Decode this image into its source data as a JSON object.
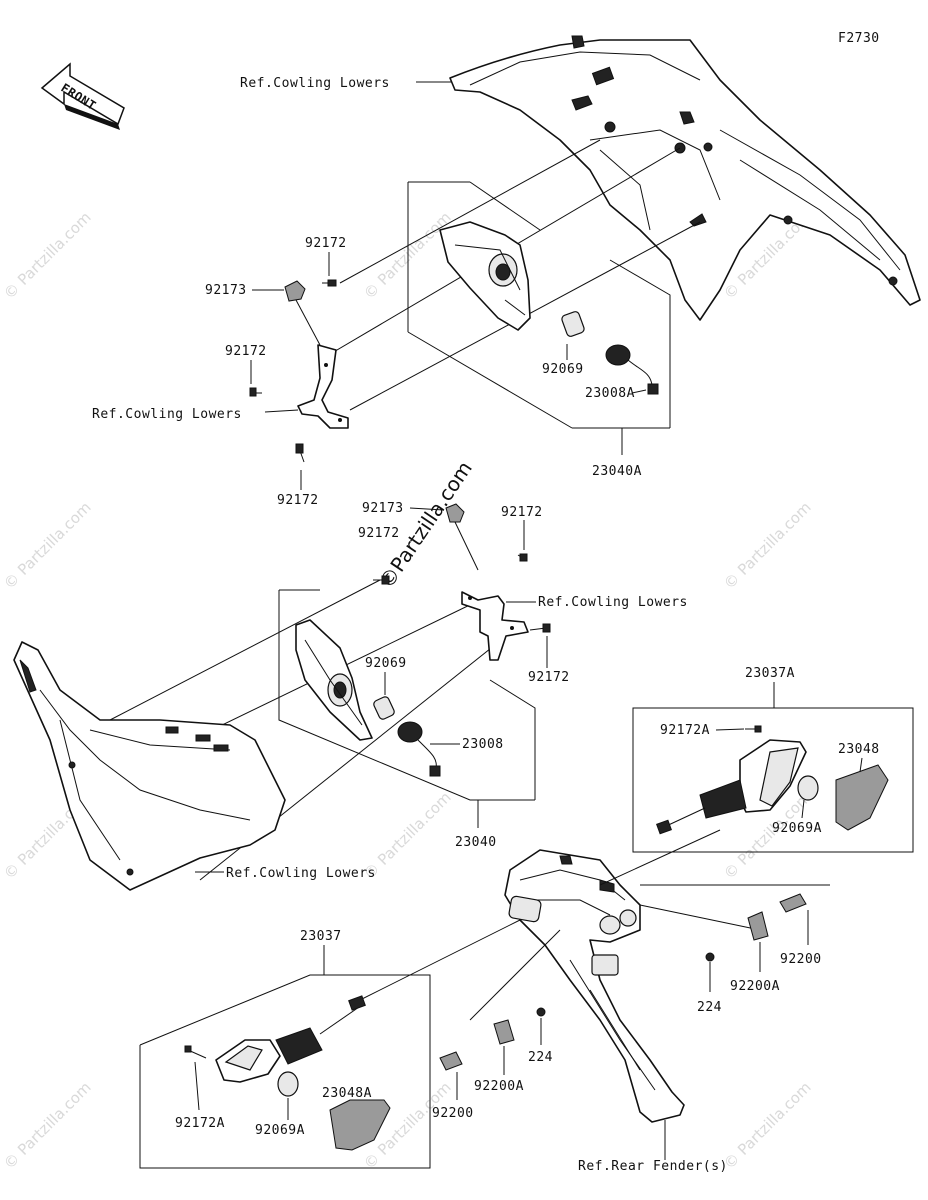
{
  "figure_code": "F2730",
  "front_arrow": {
    "label": "FRONT"
  },
  "watermark": {
    "text": "© Partzilla.com",
    "center_text": "©Partzilla.com"
  },
  "labels": {
    "ref_cowling_top": "Ref.Cowling Lowers",
    "ref_cowling_upper_left": "Ref.Cowling Lowers",
    "ref_cowling_mid_right": "Ref.Cowling Lowers",
    "ref_cowling_bottom": "Ref.Cowling Lowers",
    "ref_rear_fender": "Ref.Rear Fender(s)",
    "p92172_a": "92172",
    "p92173_a": "92173",
    "p92172_b": "92172",
    "p92172_c": "92172",
    "p92069_a": "92069",
    "p23008A": "23008A",
    "p23040A": "23040A",
    "p92173_b": "92173",
    "p92172_d": "92172",
    "p92172_e": "92172",
    "p92172_f": "92172",
    "p92069_b": "92069",
    "p23008": "23008",
    "p23040": "23040",
    "p23037A": "23037A",
    "p92172A_a": "92172A",
    "p23048": "23048",
    "p92069A_a": "92069A",
    "p92200_a": "92200",
    "p92200A_a": "92200A",
    "p224_a": "224",
    "p23037": "23037",
    "p92172A_b": "92172A",
    "p23048A": "23048A",
    "p92069A_b": "92069A",
    "p224_b": "224",
    "p92200A_b": "92200A",
    "p92200_b": "92200"
  }
}
